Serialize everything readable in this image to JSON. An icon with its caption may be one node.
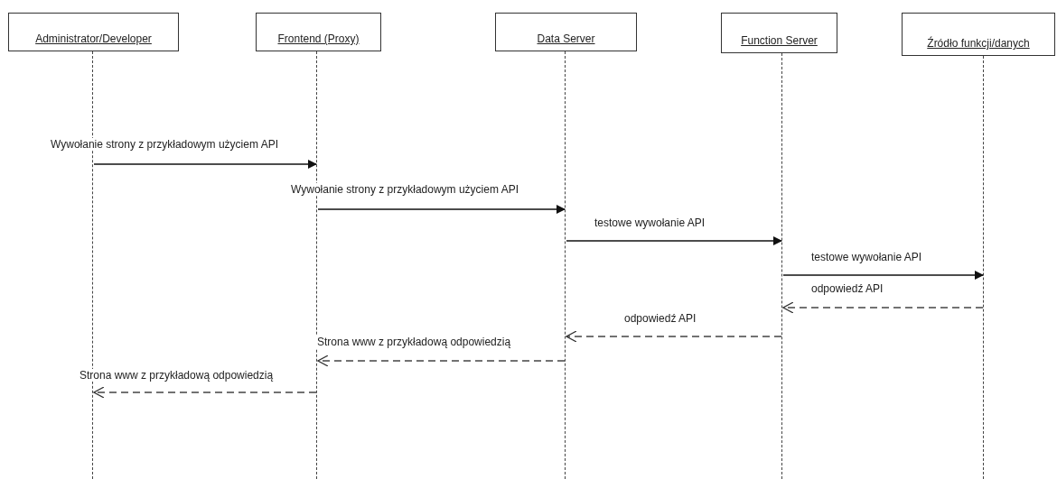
{
  "diagram": {
    "nodes": [
      {
        "text": [
          "Administrator/Developer"
        ]
      },
      {
        "text": [
          "Frontend (Proxy)"
        ]
      },
      {
        "text": [
          "Data Server"
        ]
      },
      {
        "text": [
          "Function Server"
        ]
      },
      {
        "text": [
          "Źródło funkcji/danych"
        ]
      },
      {
        "text": [],
        "shape": "lifeline"
      },
      {
        "text": [],
        "shape": "lifeline"
      },
      {
        "text": [],
        "shape": "lifeline"
      },
      {
        "text": [],
        "shape": "lifeline"
      },
      {
        "text": [],
        "shape": "lifeline"
      }
    ],
    "edges": [
      {
        "from": 5,
        "to": 6,
        "arrow": "to",
        "label": "Wywołanie strony z przykładowym użyciem API"
      },
      {
        "from": 6,
        "to": 7,
        "arrow": "to",
        "label": "Wywołanie strony z przykładowym użyciem API"
      },
      {
        "from": 7,
        "to": 8,
        "arrow": "to",
        "label": "testowe wywołanie API"
      },
      {
        "from": 8,
        "to": 9,
        "arrow": "to",
        "label": "testowe wywołanie API"
      },
      {
        "from": 9,
        "to": 8,
        "arrow": "to",
        "label": "odpowiedź API",
        "style": "dashed"
      },
      {
        "from": 8,
        "to": 7,
        "arrow": "to",
        "label": "odpowiedź API",
        "style": "dashed"
      },
      {
        "from": 7,
        "to": 6,
        "arrow": "to",
        "label": "Strona www z przykładową odpowiedzią",
        "style": "dashed"
      },
      {
        "from": 6,
        "to": 5,
        "arrow": "to",
        "label": "Strona www z przykładową odpowiedzią",
        "style": "dashed"
      }
    ]
  }
}
